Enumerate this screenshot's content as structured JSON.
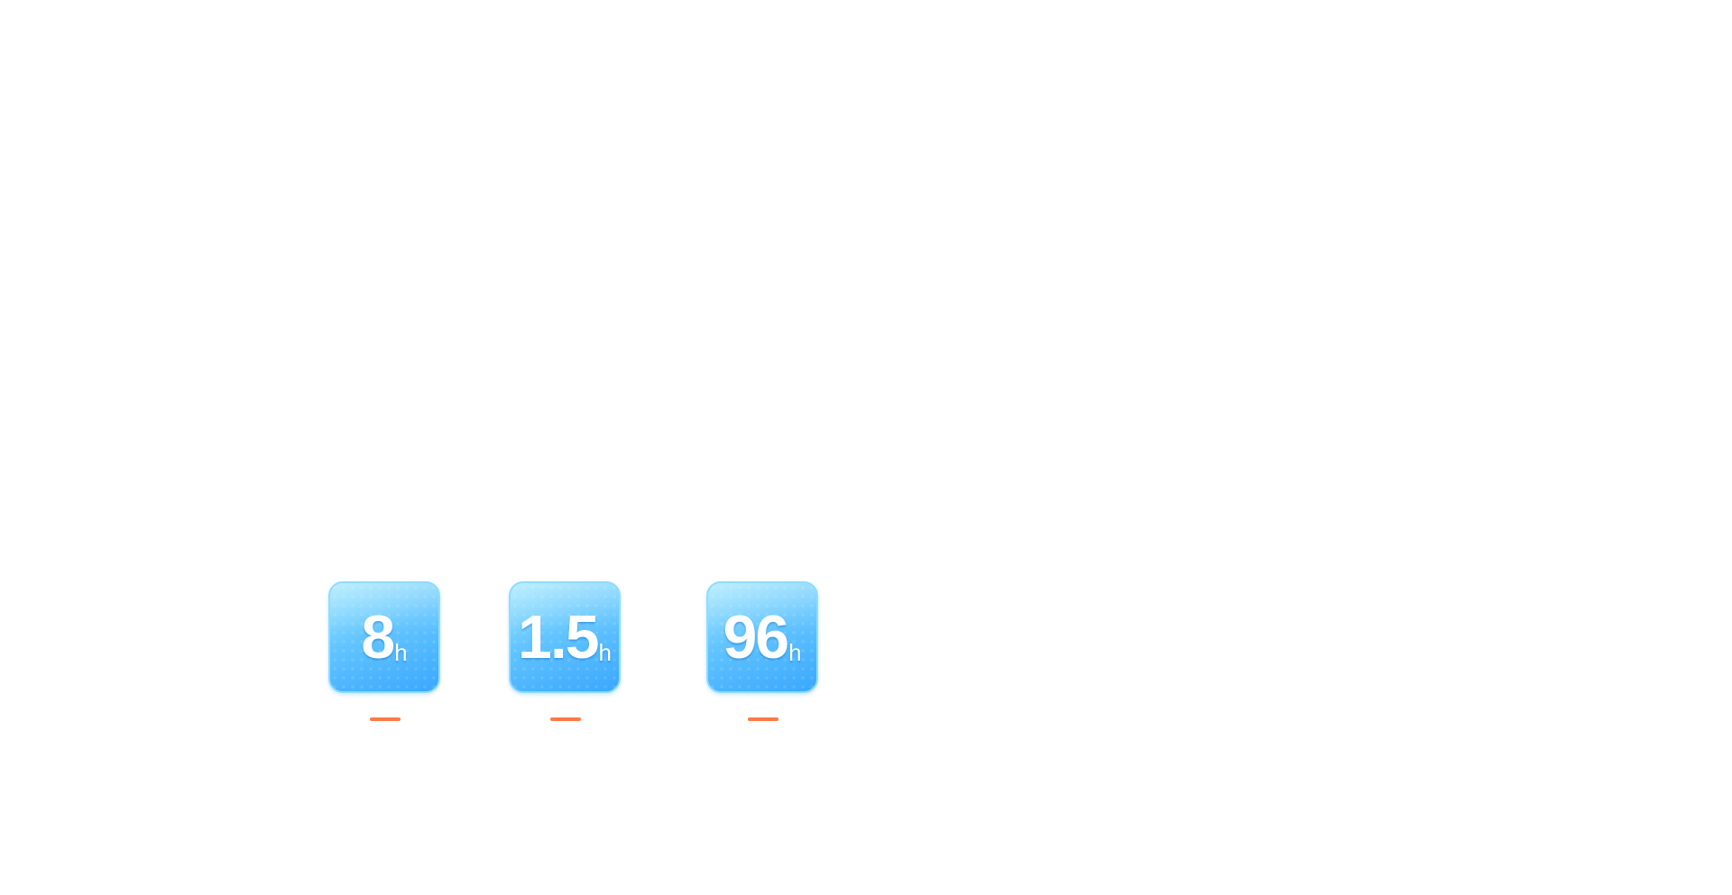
{
  "stats": [
    {
      "value": "8",
      "unit": "h"
    },
    {
      "value": "1.5",
      "unit": "h"
    },
    {
      "value": "96",
      "unit": "h"
    }
  ],
  "colors": {
    "tile_light": "#a8e9ff",
    "tile_dark": "#3aa7ff",
    "tile_border": "#8fdcff",
    "accent_dash": "#ff7a45",
    "background": "#ffffff"
  }
}
